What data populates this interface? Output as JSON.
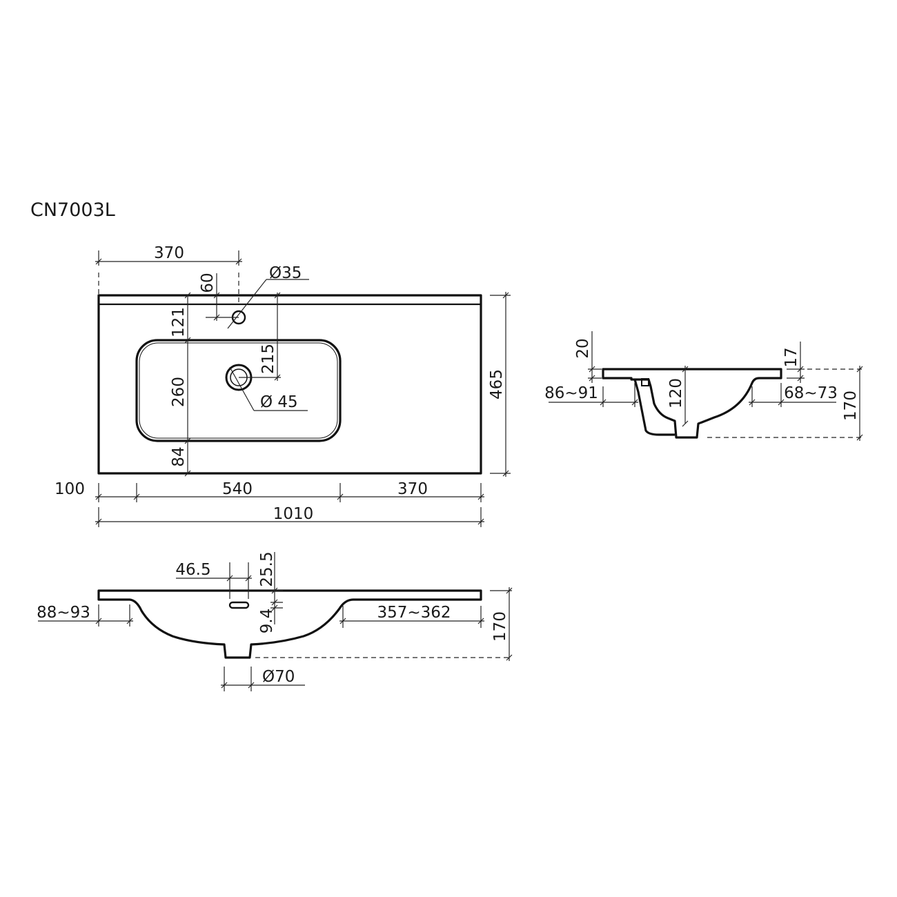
{
  "title": "CN7003L",
  "top_view": {
    "dims": {
      "tap_offset": "370",
      "tap_from_back": "60",
      "tap_hole": "Ø35",
      "back_to_tap": "121",
      "drain_from_back": "215",
      "bowl_depth": "260",
      "drain_hole": "Ø 45",
      "front_margin": "84",
      "overall_depth": "465",
      "left_margin": "100",
      "bowl_width": "540",
      "right_margin": "370",
      "overall_width": "1010"
    }
  },
  "front_view": {
    "dims": {
      "overflow_offset": "46.5",
      "overflow_from_top": "25.5",
      "overflow_height": "9.4",
      "left_ledge": "88~93",
      "right_ledge": "357~362",
      "height": "170",
      "waste_diameter": "Ø70"
    }
  },
  "side_view": {
    "dims": {
      "top_thickness": "20",
      "back_ledge": "86~91",
      "bowl_depth": "120",
      "rim_thickness": "17",
      "front_ledge": "68~73",
      "height": "170"
    }
  }
}
